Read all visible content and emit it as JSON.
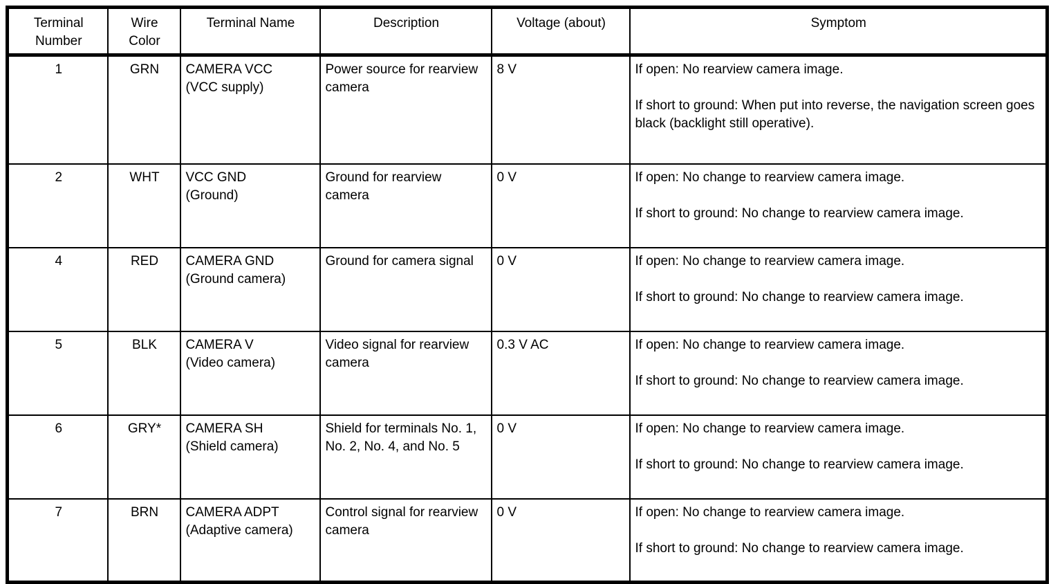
{
  "table": {
    "columns": [
      "Terminal\nNumber",
      "Wire\nColor",
      "Terminal Name",
      "Description",
      "Voltage (about)",
      "Symptom"
    ],
    "rows": [
      {
        "terminal_number": "1",
        "wire_color": "GRN",
        "terminal_name": "CAMERA VCC\n(VCC supply)",
        "description": "Power source for rearview camera",
        "voltage": "8 V",
        "symptom": "If open: No rearview camera image.\n\nIf short to ground: When put into reverse, the navigation screen goes black (backlight still operative)."
      },
      {
        "terminal_number": "2",
        "wire_color": "WHT",
        "terminal_name": "VCC GND\n(Ground)",
        "description": "Ground for rearview camera",
        "voltage": "0 V",
        "symptom": "If open: No change to rearview camera image.\n\nIf short to ground: No change to rearview camera image."
      },
      {
        "terminal_number": "4",
        "wire_color": "RED",
        "terminal_name": "CAMERA GND\n(Ground camera)",
        "description": "Ground for camera signal",
        "voltage": "0 V",
        "symptom": "If open: No change to rearview camera image.\n\nIf short to ground: No change to rearview camera image."
      },
      {
        "terminal_number": "5",
        "wire_color": "BLK",
        "terminal_name": "CAMERA V\n(Video camera)",
        "description": "Video signal for rearview camera",
        "voltage": "0.3 V AC",
        "symptom": "If open: No change to rearview camera image.\n\nIf short to ground: No change to rearview camera image."
      },
      {
        "terminal_number": "6",
        "wire_color": "GRY*",
        "terminal_name": "CAMERA SH\n(Shield camera)",
        "description": "Shield for terminals No. 1, No. 2, No. 4, and No. 5",
        "voltage": "0 V",
        "symptom": "If open: No change to rearview camera image.\n\nIf short to ground: No change to rearview camera image."
      },
      {
        "terminal_number": "7",
        "wire_color": "BRN",
        "terminal_name": "CAMERA ADPT\n(Adaptive camera)",
        "description": "Control signal for rearview camera",
        "voltage": "0 V",
        "symptom": "If open: No change to rearview camera image.\n\nIf short to ground: No change to rearview camera image."
      }
    ]
  }
}
